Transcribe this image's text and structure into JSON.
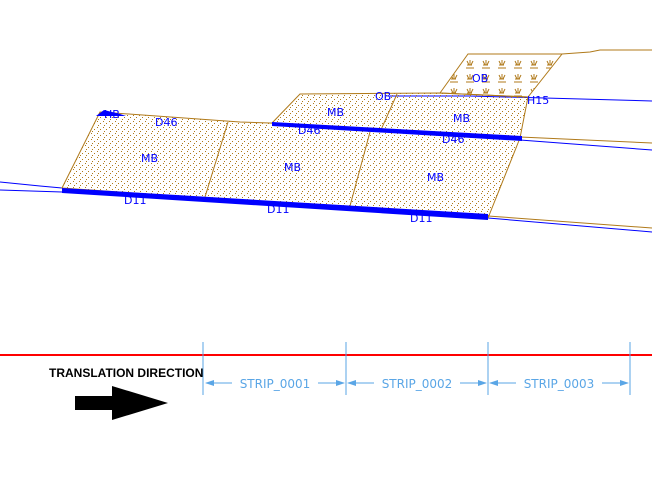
{
  "colors": {
    "soil": "#b07a1a",
    "boundary": "#0000ff",
    "section_line": "#ff0000",
    "dimension": "#5aa6e6"
  },
  "labels": {
    "mb1": "MB",
    "mb2": "MB",
    "mb3": "MB",
    "mb4": "MB",
    "mb5": "MB",
    "ob1": "OB",
    "ob2": "OB",
    "hb": "HB",
    "d46a": "D46",
    "d46b": "D46",
    "d46c": "D46",
    "d11a": "D11",
    "d11b": "D11",
    "d11c": "D11",
    "h15": "H15"
  },
  "legend": {
    "translation_direction": "TRANSLATION DIRECTION"
  },
  "strips": [
    "STRIP_0001",
    "STRIP_0002",
    "STRIP_0003"
  ]
}
